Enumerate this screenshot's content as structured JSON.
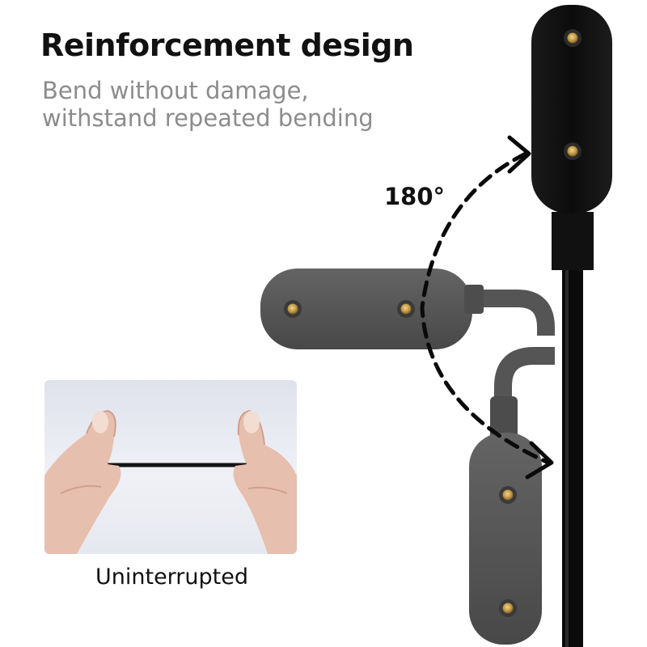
{
  "headline": "Reinforcement design",
  "subtitle_line1": "Bend without damage,",
  "subtitle_line2": "withstand repeated bending",
  "angle_label": "180°",
  "photo_caption": "Uninterrupted",
  "colors": {
    "cable": "#0b0b0b",
    "head_black": "#121212",
    "head_grey": "#545454",
    "pin_gold": "#c9a04e",
    "headline": "#111111",
    "subtitle": "#8c8c8c"
  },
  "icons": [
    "bend-arrow-icon"
  ]
}
